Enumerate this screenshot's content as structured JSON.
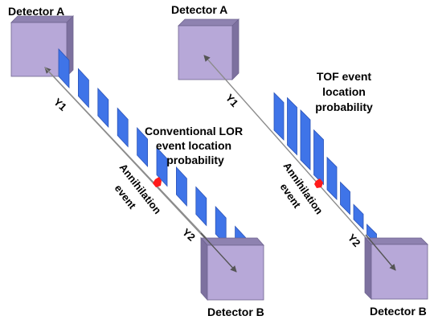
{
  "left": {
    "detector_a": "Detector A",
    "detector_b": "Detector B",
    "y1": "Y1",
    "y2": "Y2",
    "annotation": [
      "Conventional LOR",
      "event location",
      "probability"
    ],
    "event": [
      "Annihilation",
      "event"
    ],
    "bins": [
      1,
      1,
      1,
      1,
      1,
      1,
      1,
      1,
      1,
      1
    ]
  },
  "right": {
    "detector_a": "Detector A",
    "detector_b": "Detector B",
    "y1": "Y1",
    "y2": "Y2",
    "annotation": [
      "TOF event",
      "location",
      "probability"
    ],
    "event": [
      "Annihilation",
      "event"
    ],
    "bins": [
      0.75,
      0.95,
      1,
      0.9,
      0.65,
      0.45,
      0.3,
      0.2
    ]
  },
  "colors": {
    "detector_front": "#b7a8d8",
    "detector_top": "#8e82b0",
    "detector_side": "#7d719f",
    "bar_fill": "#3f74e8",
    "bar_edge": "#2a53b8",
    "event_dot": "#ff1a1a",
    "lor_line": "#8c8c8c"
  }
}
